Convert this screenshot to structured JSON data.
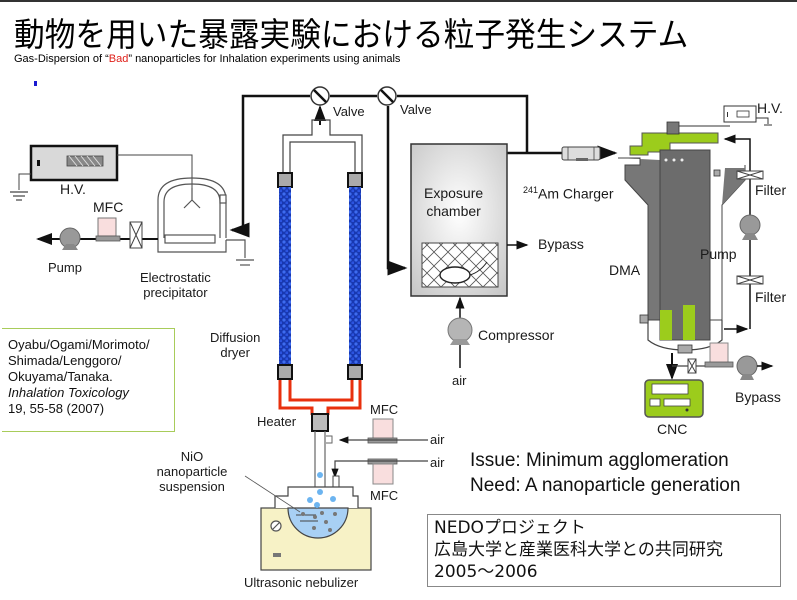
{
  "title": "動物を用いた暴露実験における粒子発生システム",
  "subtitle": {
    "prefix": "Gas-Dispersion of “",
    "highlight": "Bad",
    "suffix": "” nanoparticles for Inhalation experiments using animals",
    "highlight_color": "#e0201a"
  },
  "labels": {
    "valve_1": "Valve",
    "valve_2": "Valve",
    "hv_left": "H.V.",
    "hv_right": "H.V.",
    "mfc_left": "MFC",
    "pump_left": "Pump",
    "esp_line1": "Electrostatic",
    "esp_line2": "precipitator",
    "exposure_line1": "Exposure",
    "exposure_line2": "chamber",
    "charger_sup": "241",
    "charger": "Am Charger",
    "bypass_chamber": "Bypass",
    "dma": "DMA",
    "pump_right": "Pump",
    "filter_1": "Filter",
    "filter_2": "Filter",
    "compressor": "Compressor",
    "air_compressor": "air",
    "diffusion_line1": "Diffusion",
    "diffusion_line2": "dryer",
    "heater": "Heater",
    "mfc_top": "MFC",
    "mfc_bottom": "MFC",
    "air_1": "air",
    "air_2": "air",
    "nio_line1": "NiO",
    "nio_line2": "nanoparticle",
    "nio_line3": "suspension",
    "nebulizer": "Ultrasonic nebulizer",
    "cnc": "CNC",
    "bypass_cnc": "Bypass"
  },
  "reference": {
    "line1": "Oyabu/Ogami/Morimoto/",
    "line2": "Shimada/Lenggoro/",
    "line3": "Okuyama/Tanaka.",
    "journal": "Inhalation Toxicology",
    "citation": "19, 55-58 (2007)"
  },
  "issue": {
    "line1": "Issue: Minimum agglomeration",
    "line2": "Need: A nanoparticle generation"
  },
  "nedo": {
    "line1": "NEDOプロジェクト",
    "line2": "広島大学と産業医科大学との共同研究",
    "line3": "2005～2006"
  },
  "colors": {
    "dryer_blue": "#2244c8",
    "heater_red": "#e8300e",
    "dma_green": "#9ccc1c",
    "mfc_pink": "#f9dede",
    "nebulizer_yellow": "#f7f2c6",
    "liquid_blue": "#a8d0f4"
  }
}
